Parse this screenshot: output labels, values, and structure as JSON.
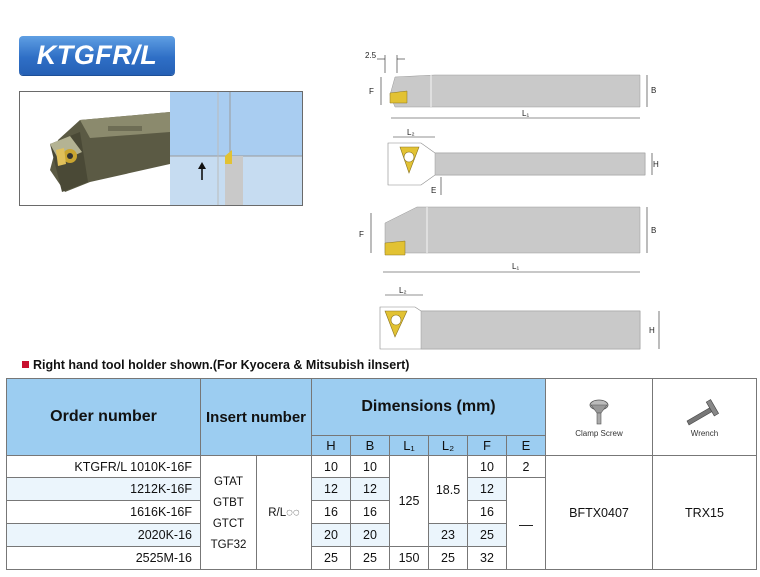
{
  "logo": {
    "text": "KTGFR/L"
  },
  "note": {
    "text": "Right hand tool holder shown.(For  Kyocera & Mitsubish ilnsert)"
  },
  "drawing": {
    "d1_dim_top": "2.5",
    "d1_label_f": "F",
    "d1_label_b": "B",
    "d1_label_l1": "L₁",
    "d2_label_l2": "L₂",
    "d2_label_h": "H",
    "d2_label_e": "E",
    "d3_label_f": "F",
    "d3_label_b": "B",
    "d3_label_l1": "L₁",
    "d4_label_l2": "L₂",
    "d4_label_h": "H"
  },
  "table": {
    "header": {
      "order_number": "Order number",
      "insert_number": "Insert number",
      "dimensions": "Dimensions (mm)",
      "cols": [
        "H",
        "B",
        "L₁",
        "L₂",
        "F",
        "E"
      ],
      "clamp_screw": "Clamp Screw",
      "wrench": "Wrench"
    },
    "order_numbers": [
      "KTGFR/L 1010K-16F",
      "1212K-16F",
      "1616K-16F",
      "2020K-16",
      "2525M-16"
    ],
    "insert_types": [
      "GTAT",
      "GTBT",
      "GTCT",
      "TGF32"
    ],
    "insert_hand": "R/L◌◌",
    "H": [
      "10",
      "12",
      "16",
      "20",
      "25"
    ],
    "B": [
      "10",
      "12",
      "16",
      "20",
      "25"
    ],
    "L1_shared": "125",
    "L1_last": "150",
    "L2_shared": "18.5",
    "L2_row4": "23",
    "L2_row5": "25",
    "F": [
      "10",
      "12",
      "16",
      "25",
      "32"
    ],
    "E_row1": "2",
    "E_rest": "—",
    "clamp_screw_value": "BFTX0407",
    "wrench_value": "TRX15"
  }
}
